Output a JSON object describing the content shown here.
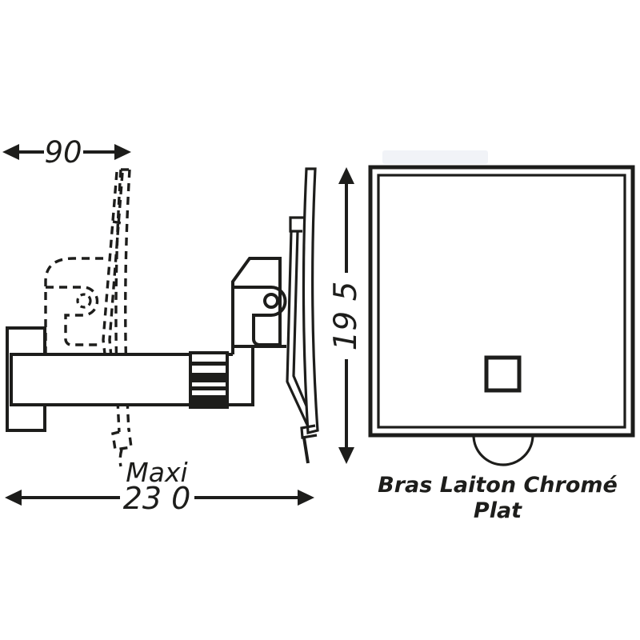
{
  "page": {
    "background": "#ffffff"
  },
  "diagram": {
    "type": "technical-drawing",
    "caption": {
      "line1": "Bras Laiton Chromé",
      "line2": "Plat"
    },
    "dimensions": {
      "top_width": "90",
      "side_height": "19 5",
      "bottom_max_prefix": "Maxi",
      "bottom_max_value": "23 0"
    },
    "colors": {
      "line": "#1d1d1b",
      "background": "#ffffff",
      "watermark": "#dfe5ee"
    }
  }
}
